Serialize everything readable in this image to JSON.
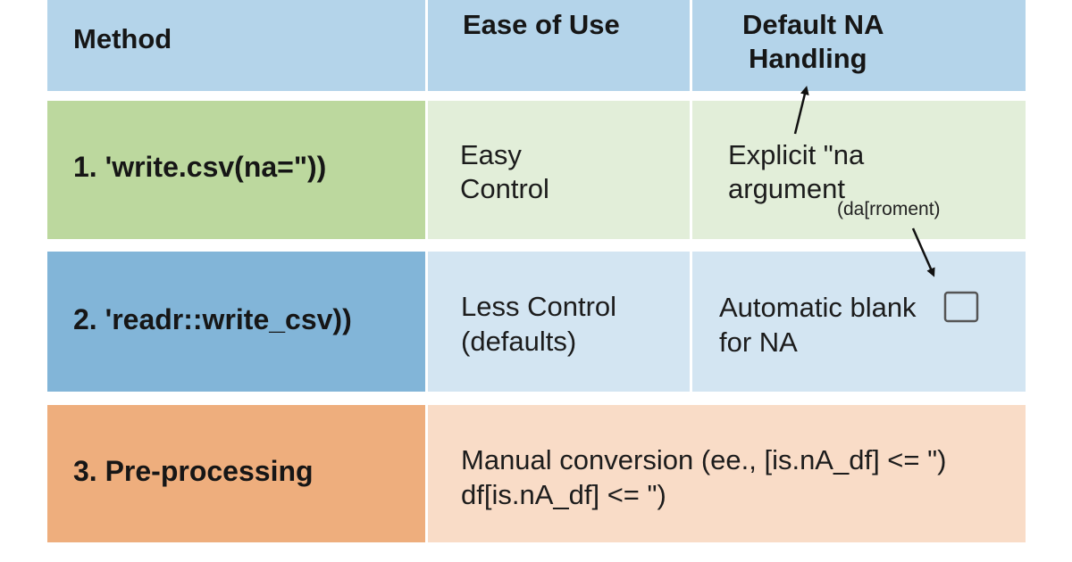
{
  "header": {
    "method": "Method",
    "ease_of_use": "Ease of Use",
    "default_na_line1": "Default NA",
    "default_na_line2": "Handling"
  },
  "rows": [
    {
      "method": "1. 'write.csv(na=\"))",
      "ease_line1": "Easy",
      "ease_line2": "Control",
      "na_line1": "Explicit \"na",
      "na_line2": "argument",
      "note": "(da[rroment)"
    },
    {
      "method": "2. 'readr::write_csv))",
      "ease_line1": "Less Control",
      "ease_line2": "(defaults)",
      "na_line1": "Automatic blank",
      "na_line2": "for NA"
    },
    {
      "method": "3. Pre-processing",
      "desc_line1": "Manual conversion (ee., [is.nA_df] <= \")",
      "desc_line2": "df[is.nA_df] <= \")"
    }
  ],
  "colors": {
    "header": "#b4d4ea",
    "row1_method": "#bcd89e",
    "row1_cells": "#e2eed9",
    "row2_method": "#82b5d8",
    "row2_cells": "#d3e5f2",
    "row3_method": "#eeae7d",
    "row3_cells": "#f9dcc7"
  },
  "icons": [
    "arrow-up-icon",
    "arrow-down-icon",
    "checkbox-icon"
  ]
}
